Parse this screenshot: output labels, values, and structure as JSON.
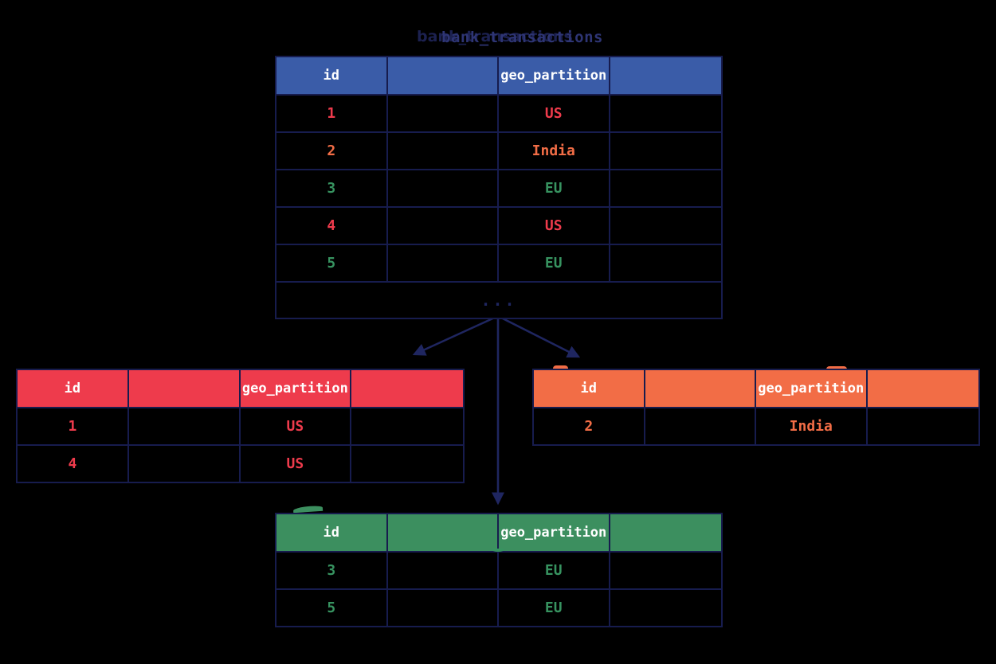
{
  "palette": {
    "background": "#000000",
    "border_navy": "#171c4e",
    "line_navy": "#1f2660",
    "header_blue": "#3a5ca8",
    "us_red": "#ee3b4c",
    "india_orange": "#f26d46",
    "eu_green_header": "#3c8f5f",
    "eu_green_text": "#379360",
    "header_text": "#ffffff"
  },
  "title": {
    "text": "bank_transactions"
  },
  "tables": {
    "main": {
      "header_bg": "#3a5ca8",
      "columns": [
        "id",
        "",
        "geo_partition",
        ""
      ],
      "rows": [
        {
          "color": "#ee3b4c",
          "cells": [
            "1",
            "",
            "US",
            ""
          ]
        },
        {
          "color": "#f26d46",
          "cells": [
            "2",
            "",
            "India",
            ""
          ]
        },
        {
          "color": "#379360",
          "cells": [
            "3",
            "",
            "EU",
            ""
          ]
        },
        {
          "color": "#ee3b4c",
          "cells": [
            "4",
            "",
            "US",
            ""
          ]
        },
        {
          "color": "#379360",
          "cells": [
            "5",
            "",
            "EU",
            ""
          ]
        }
      ],
      "ellipsis": "..."
    },
    "us_partition": {
      "header_bg": "#ee3b4c",
      "columns": [
        "id",
        "",
        "geo_partition",
        ""
      ],
      "rows": [
        {
          "color": "#ee3b4c",
          "cells": [
            "1",
            "",
            "US",
            ""
          ]
        },
        {
          "color": "#ee3b4c",
          "cells": [
            "4",
            "",
            "US",
            ""
          ]
        }
      ]
    },
    "india_partition": {
      "header_bg": "#f26d46",
      "columns": [
        "id",
        "",
        "geo_partition",
        ""
      ],
      "rows": [
        {
          "color": "#f26d46",
          "cells": [
            "2",
            "",
            "India",
            ""
          ]
        }
      ]
    },
    "eu_partition": {
      "header_bg": "#3c8f5f",
      "columns": [
        "id",
        "",
        "geo_partition",
        ""
      ],
      "rows": [
        {
          "color": "#379360",
          "cells": [
            "3",
            "",
            "EU",
            ""
          ]
        },
        {
          "color": "#379360",
          "cells": [
            "5",
            "",
            "EU",
            ""
          ]
        }
      ]
    }
  }
}
